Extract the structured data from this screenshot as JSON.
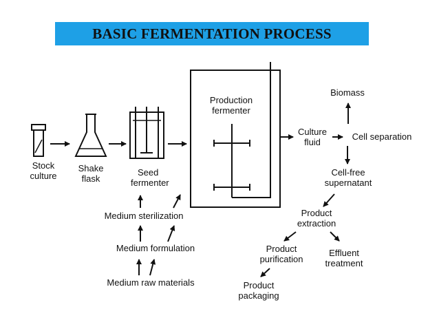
{
  "title": "BASIC FERMENTATION PROCESS",
  "nodes": {
    "stock_culture": [
      "Stock",
      "culture"
    ],
    "shake_flask": [
      "Shake",
      "flask"
    ],
    "seed_fermenter": [
      "Seed",
      "fermenter"
    ],
    "production_fermenter": [
      "Production",
      "fermenter"
    ],
    "culture_fluid": [
      "Culture",
      "fluid"
    ],
    "biomass": "Biomass",
    "cell_separation": "Cell separation",
    "cell_free_supernatant": [
      "Cell-free",
      "supernatant"
    ],
    "product_extraction": [
      "Product",
      "extraction"
    ],
    "product_purification": [
      "Product",
      "purification"
    ],
    "effluent_treatment": [
      "Effluent",
      "treatment"
    ],
    "product_packaging": [
      "Product",
      "packaging"
    ],
    "medium_sterilization": "Medium sterilization",
    "medium_formulation": "Medium formulation",
    "medium_raw_materials": "Medium raw materials"
  },
  "colors": {
    "title_bg": "#1ea0e6",
    "ink": "#111111"
  }
}
